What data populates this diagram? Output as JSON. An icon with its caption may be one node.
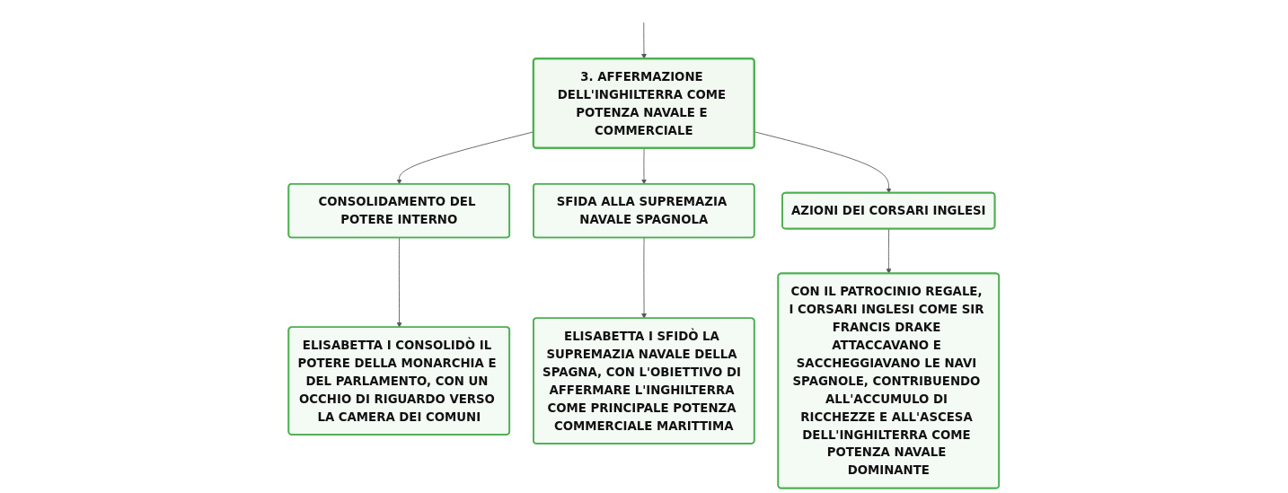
{
  "diagram": {
    "nodes": [
      {
        "text": [
          "3. AFFERMAZIONE DELL'INGHILTERRA COME POTENZA NAVALE E COMMERCIALE"
        ]
      },
      {
        "text": [
          "CONSOLIDAMENTO DEL POTERE INTERNO"
        ]
      },
      {
        "text": [
          "SFIDA ALLA SUPREMAZIA NAVALE SPAGNOLA"
        ]
      },
      {
        "text": [
          "AZIONI DEI CORSARI INGLESI"
        ]
      },
      {
        "text": [
          "ELISABETTA I CONSOLIDÒ IL POTERE DELLA MONARCHIA E DEL PARLAMENTO, CON UN OCCHIO DI RIGUARDO VERSO LA CAMERA DEI COMUNI"
        ]
      },
      {
        "text": [
          "ELISABETTA I SFIDÒ LA SUPREMAZIA NAVALE DELLA SPAGNA, CON L'OBIETTIVO DI AFFERMARE L'INGHILTERRA COME PRINCIPALE POTENZA COMMERCIALE MARITTIMA"
        ]
      },
      {
        "text": [
          "CON IL PATROCINIO REGALE, I CORSARI INGLESI COME SIR FRANCIS DRAKE ATTACCAVANO E SACCHEGGIAVANO LE NAVI SPAGNOLE, CONTRIBUENDO ALL'ACCUMULO DI RICCHEZZE E ALL'ASCESA DELL'INGHILTERRA COME POTENZA NAVALE DOMINANTE"
        ]
      }
    ],
    "edges": [
      {
        "from": null,
        "to": 0,
        "arrow": "to"
      },
      {
        "from": 0,
        "to": 1,
        "arrow": "to"
      },
      {
        "from": 0,
        "to": 2,
        "arrow": "to"
      },
      {
        "from": 0,
        "to": 3,
        "arrow": "to"
      },
      {
        "from": 1,
        "to": 4,
        "arrow": "to"
      },
      {
        "from": 2,
        "to": 5,
        "arrow": "to"
      },
      {
        "from": 3,
        "to": 6,
        "arrow": "to"
      }
    ]
  }
}
